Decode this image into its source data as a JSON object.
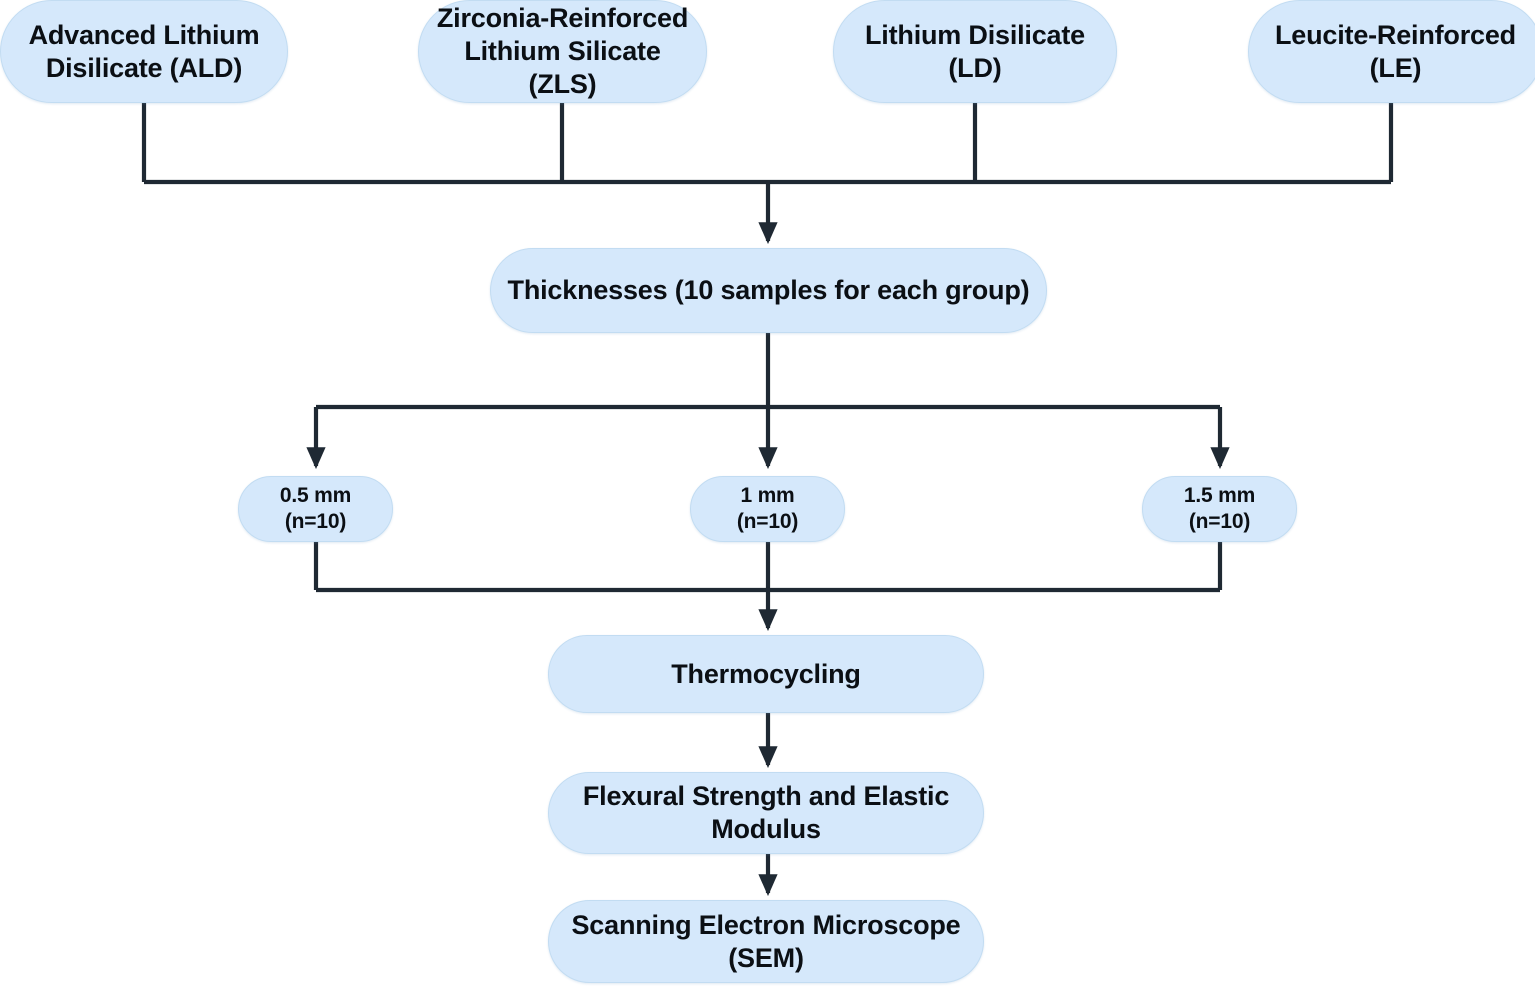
{
  "diagram": {
    "title": "Study design flowchart",
    "type": "flowchart",
    "colors": {
      "node_fill": "#d5e8fb",
      "node_border": "#c2dcf2",
      "connector": "#1f2933",
      "text": "#0b0f14",
      "background": "#ffffff"
    },
    "materials": [
      {
        "id": "ald",
        "label": "Advanced Lithium\nDisilicate (ALD)"
      },
      {
        "id": "zls",
        "label": "Zirconia-Reinforced\nLithium Silicate (ZLS)"
      },
      {
        "id": "ld",
        "label": "Lithium Disilicate\n(LD)"
      },
      {
        "id": "le",
        "label": "Leucite-Reinforced\n(LE)"
      }
    ],
    "thicknesses_node": {
      "id": "thicknesses",
      "label": "Thicknesses (10 samples for each group)"
    },
    "thickness_groups": [
      {
        "id": "t05",
        "label": "0.5 mm\n(n=10)",
        "value": "0.5 mm",
        "n": "n=10"
      },
      {
        "id": "t10",
        "label": "1 mm\n(n=10)",
        "value": "1 mm",
        "n": "n=10"
      },
      {
        "id": "t15",
        "label": "1.5 mm\n(n=10)",
        "value": "1.5 mm",
        "n": "n=10"
      }
    ],
    "steps": [
      {
        "id": "thermocycling",
        "label": "Thermocycling"
      },
      {
        "id": "flexural",
        "label": "Flexural Strength and Elastic\nModulus"
      },
      {
        "id": "sem",
        "label": "Scanning Electron Microscope\n(SEM)"
      }
    ],
    "flow": [
      "materials -> thicknesses",
      "thicknesses -> thickness_groups",
      "thickness_groups -> thermocycling",
      "thermocycling -> flexural",
      "flexural -> sem"
    ]
  }
}
